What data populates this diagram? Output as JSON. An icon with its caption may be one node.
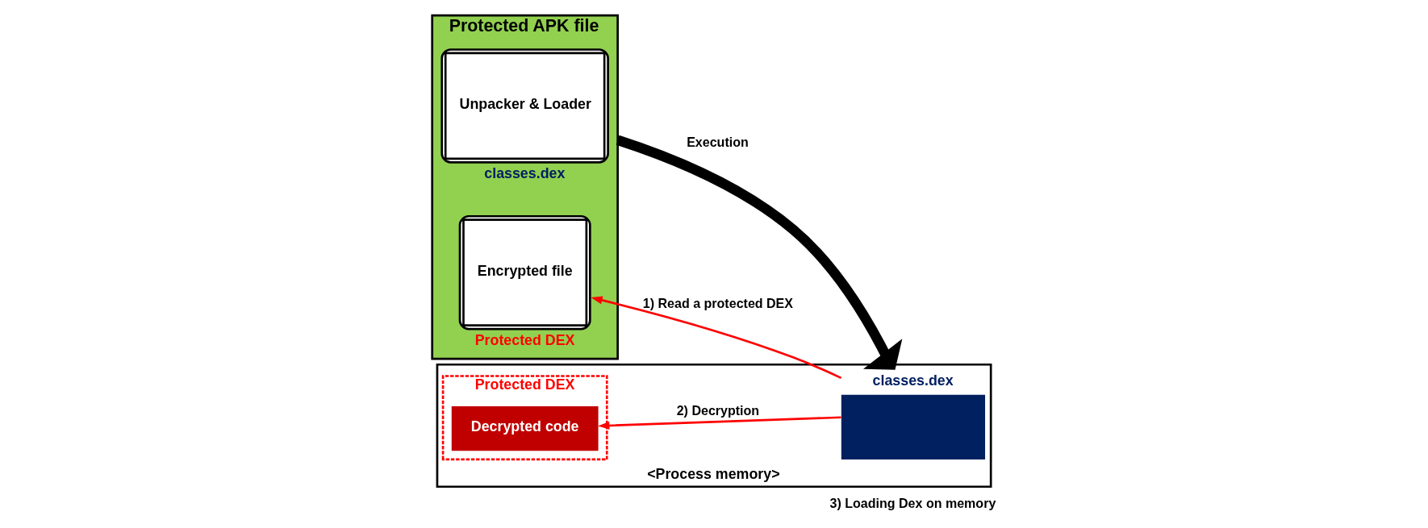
{
  "diagram": {
    "nodes": [
      {
        "text": [
          "Protected APK file"
        ]
      },
      {
        "text": [
          "Unpacker & Loader"
        ],
        "in": 0,
        "beside": [
          "classes.dex"
        ]
      },
      {
        "text": [
          "Encrypted file"
        ],
        "in": 0,
        "beside": [
          "Protected DEX"
        ]
      },
      {
        "text": [
          "<Process memory>"
        ]
      },
      {
        "text": [
          "classes.dex"
        ],
        "in": 3
      },
      {
        "text": [
          "Protected DEX"
        ],
        "in": 3
      },
      {
        "text": [
          "Decrypted code"
        ],
        "in": 5
      }
    ],
    "edges": [
      {
        "from": 4,
        "to": 2,
        "arrow": "to",
        "label": "1) Read a protected DEX"
      },
      {
        "from": 0,
        "to": 3,
        "arrow": "to",
        "label": "Execution",
        "style": "thick",
        "color": "#000000"
      },
      {
        "from": 4,
        "to": 6,
        "arrow": "to",
        "label": "2) Decryption"
      }
    ],
    "labels": [
      "3) Loading Dex on memory"
    ]
  }
}
